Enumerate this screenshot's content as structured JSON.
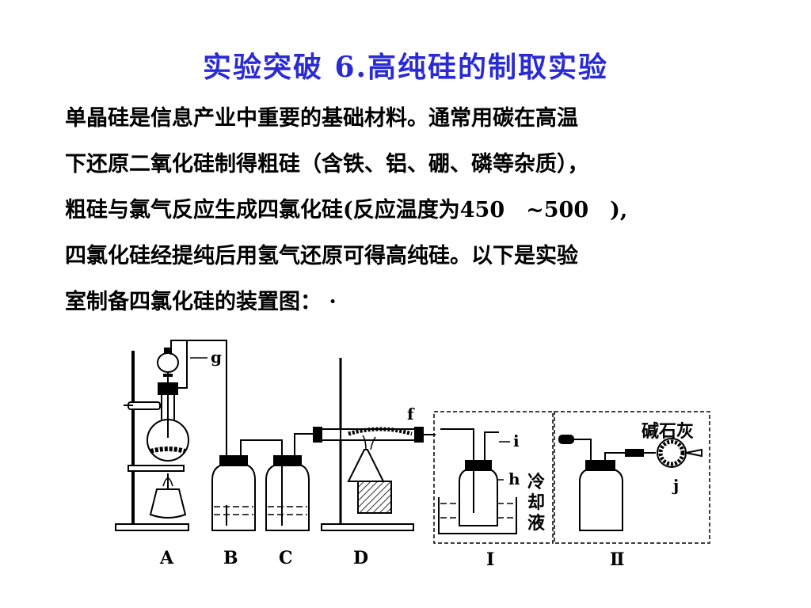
{
  "title": "实验突破  6.高纯硅的制取实验",
  "paragraph_lines": [
    "单晶硅是信息产业中重要的基础材料。通常用碳在高温",
    "下还原二氧化硅制得粗硅（含铁、铝、硼、磷等杂质），",
    "粗硅与氯气反应生成四氯化硅(反应温度为450　~500　),",
    "四氯化硅经提纯后用氢气还原可得高纯硅。以下是实验",
    "室制备四氯化硅的装置图：  ·"
  ],
  "figure": {
    "apparatus_labels": [
      "A",
      "B",
      "C",
      "D",
      "Ⅰ",
      "Ⅱ"
    ],
    "part_labels": {
      "g": "g",
      "f": "f",
      "i": "i",
      "h": "h",
      "j": "j"
    },
    "coolant_label": [
      "冷",
      "却",
      "液"
    ],
    "soda_lime_label": "碱石灰"
  }
}
